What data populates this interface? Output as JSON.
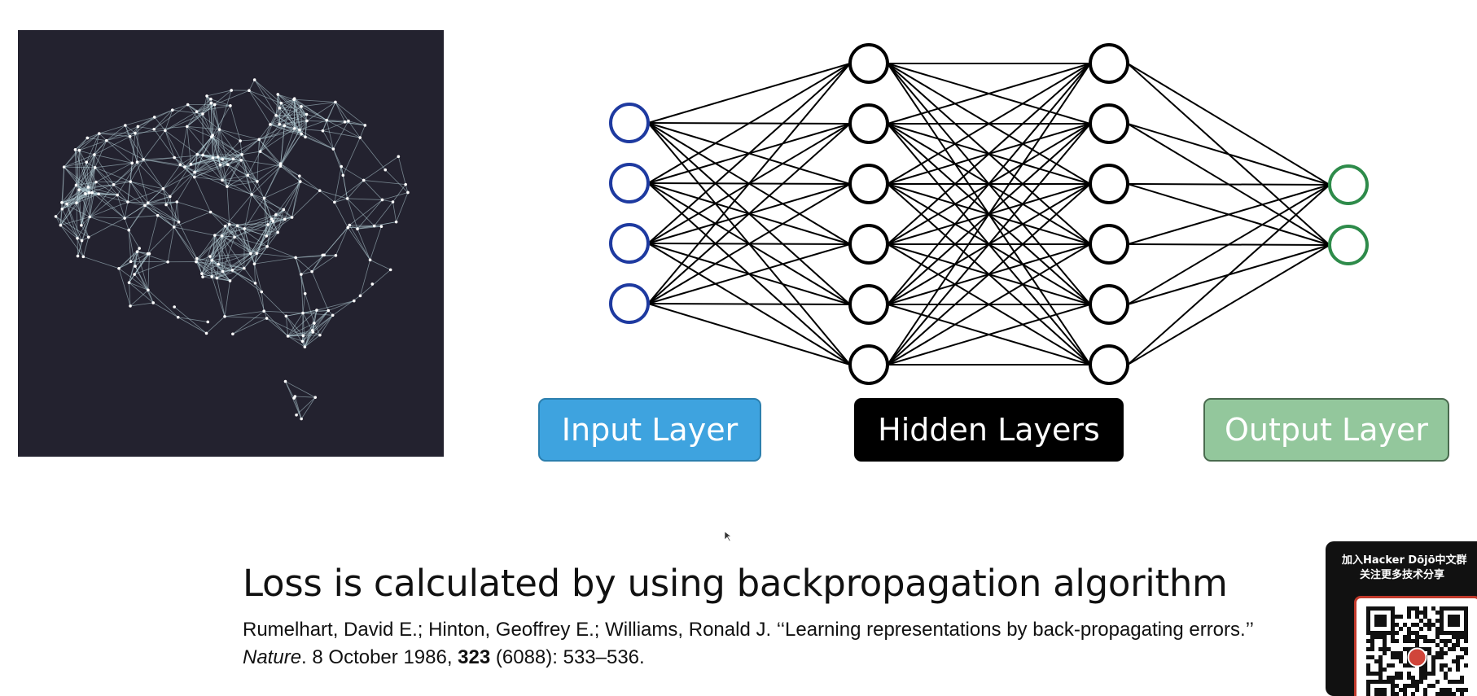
{
  "diagram": {
    "layers": [
      {
        "name": "input",
        "nodes": 4,
        "color": "#1e3aa0"
      },
      {
        "name": "hidden-1",
        "nodes": 6,
        "color": "#000000"
      },
      {
        "name": "hidden-2",
        "nodes": 6,
        "color": "#000000"
      },
      {
        "name": "output",
        "nodes": 2,
        "color": "#2e8b4a"
      }
    ],
    "labels": {
      "input": "Input Layer",
      "hidden": "Hidden Layers",
      "output": "Output Layer"
    },
    "colors": {
      "input_label_bg": "#3ea3df",
      "hidden_label_bg": "#000000",
      "output_label_bg": "#93c79c",
      "brain_bg": "#23222f",
      "brain_mesh": "#7fd8de"
    }
  },
  "caption": {
    "title": "Loss is calculated by using backpropagation algorithm",
    "citation_part1": "Rumelhart, David E.; Hinton, Geoffrey E.; Williams, Ronald J. ‘‘Learning representations by back-propagating errors.’’ ",
    "citation_journal": "Nature",
    "citation_part2": ". 8 October 1986, ",
    "citation_volume": "323",
    "citation_part3": " (6088): 533–536."
  },
  "qr_card": {
    "line1": "加入Hacker Dōjō中文群",
    "line2": "关注更多技术分享",
    "icon": "qr-code-icon"
  }
}
